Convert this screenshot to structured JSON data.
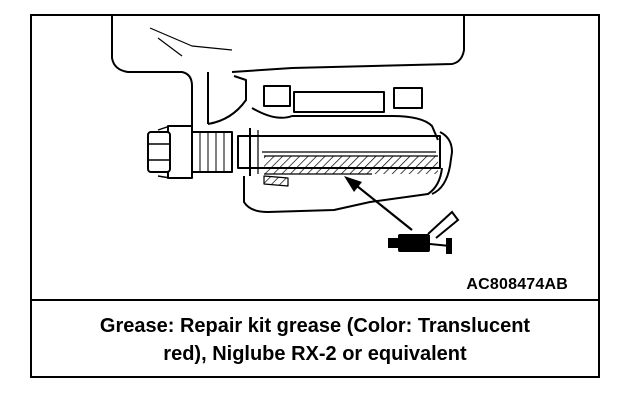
{
  "figure": {
    "id_label": "AC808474AB"
  },
  "caption": {
    "line1": "Grease: Repair kit grease (Color: Translucent",
    "line2": "red), Niglube RX-2 or equivalent"
  }
}
